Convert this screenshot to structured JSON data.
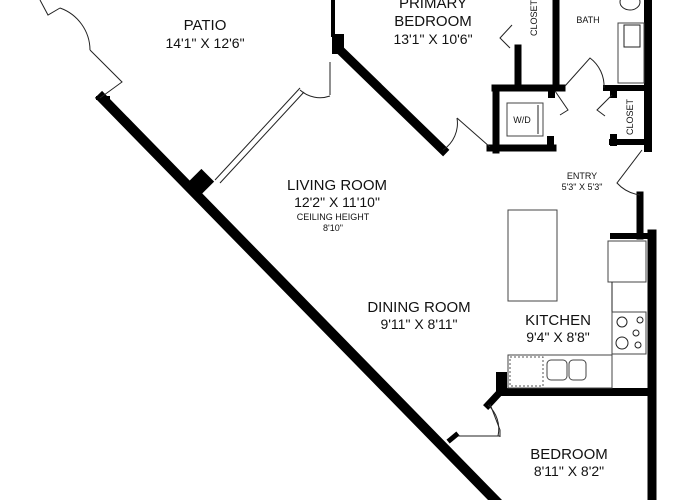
{
  "rooms": {
    "patio": {
      "name": "PATIO",
      "dims": "14'1\" X 12'6\""
    },
    "primary_bedroom": {
      "name_line1": "PRIMARY",
      "name_line2": "BEDROOM",
      "dims": "13'1\" X 10'6\""
    },
    "living_room": {
      "name": "LIVING ROOM",
      "dims": "12'2\" X 11'10\"",
      "ceiling_label": "CEILING HEIGHT",
      "ceiling_value": "8'10\""
    },
    "dining_room": {
      "name": "DINING ROOM",
      "dims": "9'11\" X 8'11\""
    },
    "kitchen": {
      "name": "KITCHEN",
      "dims": "9'4\" X 8'8\""
    },
    "bedroom": {
      "name": "BEDROOM",
      "dims": "8'11\" X 8'2\""
    },
    "entry": {
      "name": "ENTRY",
      "dims": "5'3\" X 5'3\""
    },
    "bath": {
      "name": "BATH"
    },
    "closet_primary": {
      "name": "CLOSET"
    },
    "closet_entry": {
      "name": "CLOSET"
    },
    "laundry": {
      "name": "W/D"
    }
  },
  "colors": {
    "wall": "#000000",
    "background": "#ffffff"
  }
}
